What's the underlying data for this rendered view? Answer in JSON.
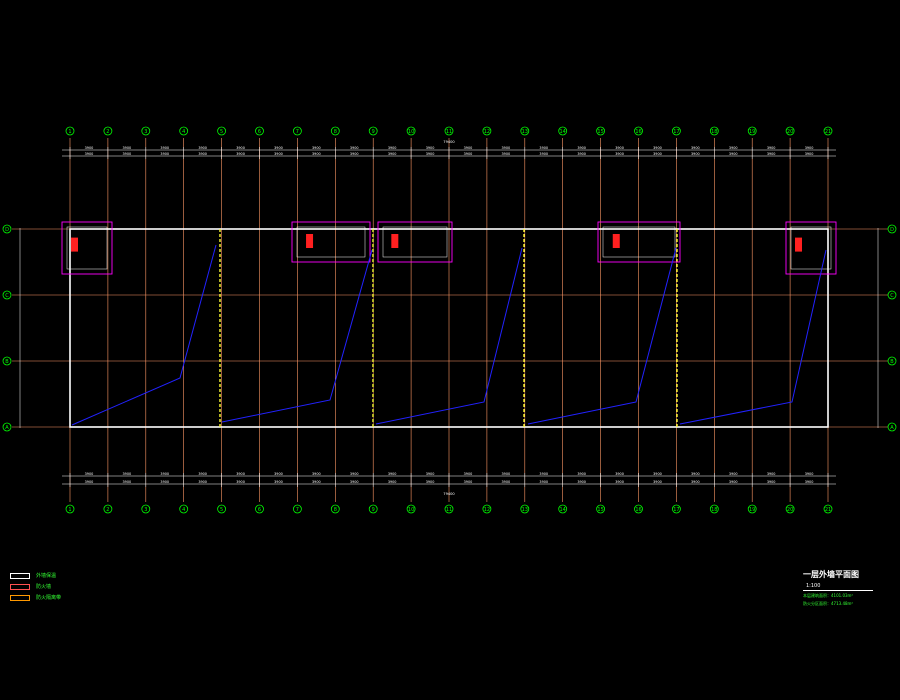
{
  "drawing": {
    "title": "一层外墙平面图",
    "scale": "1:100",
    "notes": [
      "本层建筑面积：4101.03m²",
      "防火分区面积：4713.48m²"
    ]
  },
  "legend": [
    {
      "label": "外墙保温",
      "color": "#ffffff"
    },
    {
      "label": "防火墙",
      "color": "#ff5050"
    },
    {
      "label": "防火隔离带",
      "color": "#ff9900"
    }
  ],
  "column_axes": [
    "1",
    "2",
    "3",
    "4",
    "5",
    "6",
    "7",
    "8",
    "9",
    "10",
    "11",
    "12",
    "13",
    "14",
    "15",
    "16",
    "17",
    "18",
    "19",
    "20",
    "21"
  ],
  "row_axes": [
    "A",
    "B",
    "C",
    "D"
  ],
  "overall_dim": "79400",
  "bay_dim": "3900",
  "colors": {
    "background": "#000000",
    "wall": "#ffffff",
    "axis": "#00ff00",
    "grid": "#ff9966",
    "dim": "#ffffff",
    "leader": "#2222ff",
    "stair": "#ff00ff",
    "fire": "#ff2020",
    "note": "#33ff33"
  }
}
